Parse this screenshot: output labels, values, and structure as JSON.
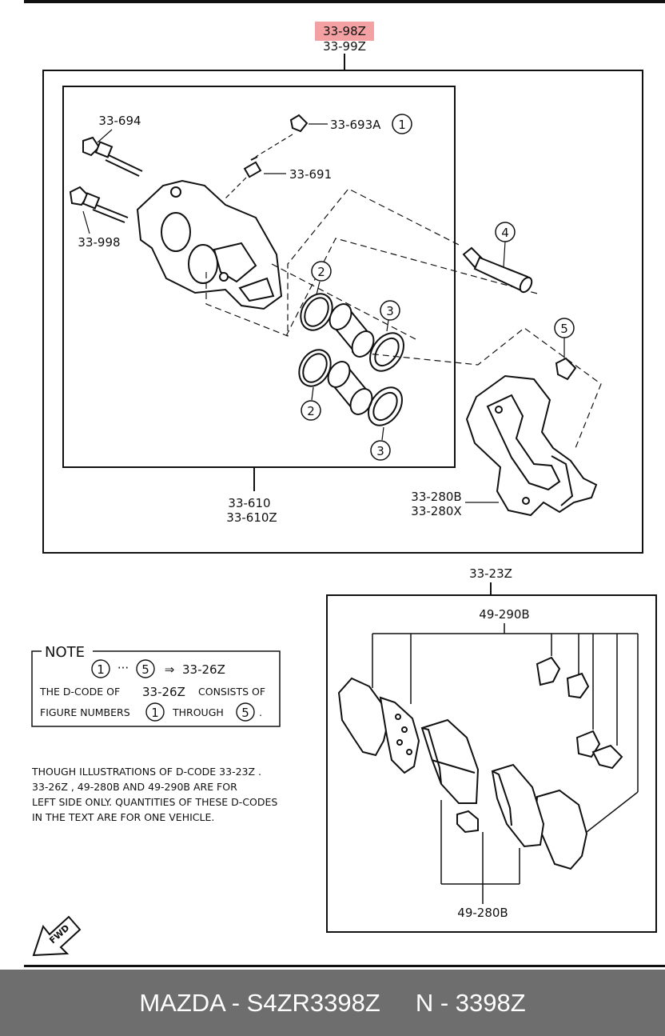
{
  "assembly": {
    "highlighted_code": "33-98Z",
    "code": "33-99Z",
    "highlight_color": "#f4a1a3"
  },
  "caliper": {
    "bolt_a": "33-694",
    "bleeder_cap": "33-693A",
    "bleeder_cap_ref": "1",
    "bleeder_screw": "33-691",
    "bolt_b": "33-998",
    "piston_seal_ref": "2",
    "dust_boot_ref": "3",
    "guide_pin_ref": "4",
    "pin_boot_ref": "5",
    "body_code": "33-610",
    "body_code_z": "33-610Z",
    "bracket_code_b": "33-280B",
    "bracket_code_x": "33-280X"
  },
  "pads": {
    "set_code": "33-23Z",
    "pad_code": "49-290B",
    "shim_code": "49-280B"
  },
  "note": {
    "title": "NOTE",
    "ref_start": "1",
    "ellipsis": "···",
    "ref_end": "5",
    "arrow": "⇒",
    "kit_code": "33-26Z",
    "line2_a": "THE D-CODE OF",
    "line2_code": "33-26Z",
    "line2_b": "CONSISTS OF",
    "line3_a": "FIGURE NUMBERS",
    "line3_ref1": "1",
    "line3_b": "THROUGH",
    "line3_ref2": "5",
    "line3_c": "."
  },
  "disclaimer": {
    "line1": "THOUGH ILLUSTRATIONS OF D-CODE 33-23Z .",
    "line2": "33-26Z , 49-280B AND 49-290B ARE FOR",
    "line3": "LEFT SIDE ONLY. QUANTITIES OF THESE D-CODES",
    "line4": "IN THE TEXT ARE FOR ONE VEHICLE."
  },
  "fwd_label": "FWD",
  "footer": {
    "brand_part": "MAZDA - S4ZR3398Z",
    "ref": "N - 3398Z"
  }
}
